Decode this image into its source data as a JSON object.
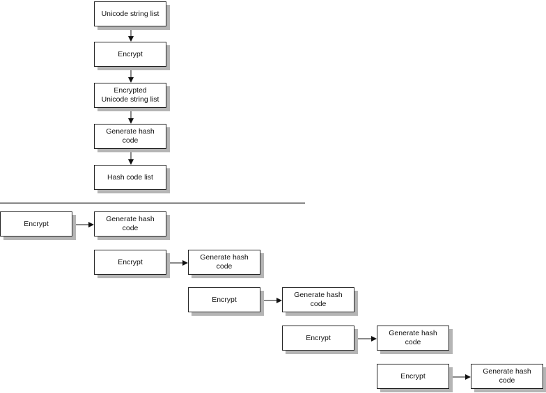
{
  "top_flow": [
    "Unicode string list",
    "Encrypt",
    "Encrypted Unicode string list",
    "Generate hash code",
    "Hash code list"
  ],
  "bottom_flow": {
    "encrypt_label": "Encrypt",
    "generate_label": "Generate hash code",
    "pairs": [
      {
        "encrypt": "Encrypt",
        "generate": "Generate hash code"
      },
      {
        "encrypt": "Encrypt",
        "generate": "Generate hash code"
      },
      {
        "encrypt": "Encrypt",
        "generate": "Generate hash code"
      },
      {
        "encrypt": "Encrypt",
        "generate": "Generate hash code"
      },
      {
        "encrypt": "Encrypt",
        "generate": "Generate hash code"
      }
    ]
  }
}
